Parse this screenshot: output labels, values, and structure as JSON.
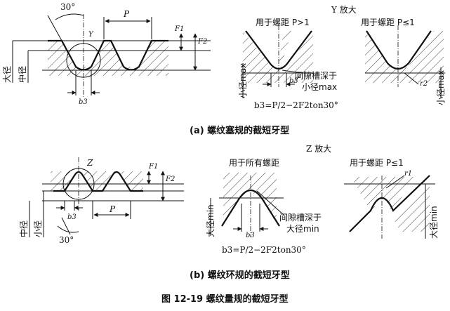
{
  "top_left": {
    "angle": "30°",
    "pitch": "P",
    "zoom_mark": "Y",
    "f1": "F1",
    "f2": "F2",
    "major_dia": "大径",
    "pitch_dia": "中径",
    "b3": "b3"
  },
  "top_right": {
    "zoom_title": "Y 放大",
    "case_a": "用于螺距 P>1",
    "case_b": "用于螺距 P≤1",
    "minor_max_a": "小径max",
    "minor_max_b": "小径max",
    "b3": "b3",
    "r2": "r2",
    "groove_1": "间隙槽深于",
    "groove_2": "小径max",
    "formula": "b3=P/2−2F2ton30°"
  },
  "caption_a": "(a) 螺纹塞规的截短牙型",
  "bottom_left": {
    "zoom_mark": "Z",
    "f1": "F1",
    "f2": "F2",
    "pitch_dia": "中径",
    "minor_dia": "小径",
    "b3": "b3",
    "pitch": "P",
    "angle": "30°"
  },
  "bottom_right": {
    "zoom_title": "Z 放大",
    "case_a": "用于所有螺距",
    "case_b": "用于螺距 P≤1",
    "major_min_a": "大径min",
    "major_min_b": "大径min",
    "r1": "r1",
    "b3": "b3",
    "groove_1": "间隙槽深于",
    "groove_2": "大径min",
    "formula": "b3=P/2−2F2ton30°"
  },
  "caption_b": "(b) 螺纹环规的截短牙型",
  "figure_title": "图 12-19 螺纹量规的截短牙型"
}
